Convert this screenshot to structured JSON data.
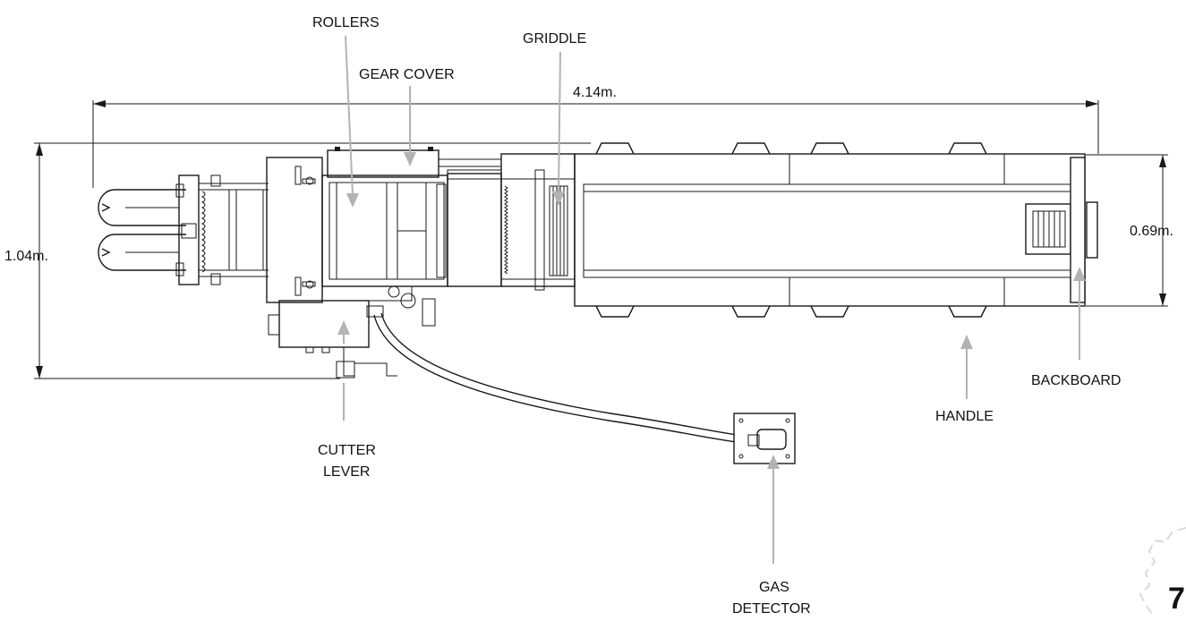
{
  "labels": {
    "rollers": "ROLLERS",
    "griddle": "GRIDDLE",
    "gear_cover": "GEAR COVER",
    "cutter_lever_line1": "CUTTER",
    "cutter_lever_line2": "LEVER",
    "gas_detector_line1": "GAS",
    "gas_detector_line2": "DETECTOR",
    "handle": "HANDLE",
    "backboard": "BACKBOARD"
  },
  "dimensions": {
    "length": "4.14m.",
    "width_total": "1.04m.",
    "width_body": "0.69m."
  },
  "page_number": "7",
  "colors": {
    "line": "#1a1a1a",
    "callout_arrow": "#b3b3b3",
    "text": "#111111"
  }
}
